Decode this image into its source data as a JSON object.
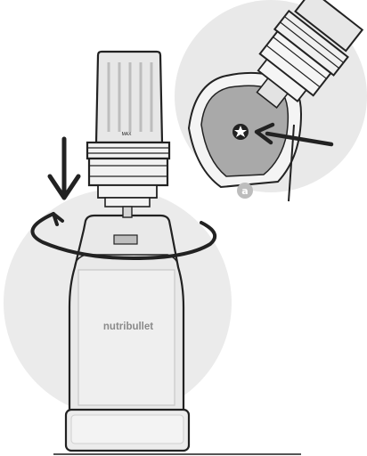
{
  "brand": {
    "logo_text": "nutribullet"
  },
  "cup": {
    "fill_mark": "MAX",
    "fill_mark_detail": "MAX"
  },
  "detail": {
    "callout_letter": "a"
  },
  "icons": {
    "down": "down-arrow-icon",
    "rotate": "rotate-arrow-icon",
    "pointer": "pointer-arrow-icon",
    "star": "star-icon"
  },
  "colors": {
    "background_circle": "#ebebeb",
    "body_fill": "#e7e7e7",
    "outline": "#222222",
    "detail_base": "#a9a9a9",
    "logo": "#8a8a8a"
  }
}
